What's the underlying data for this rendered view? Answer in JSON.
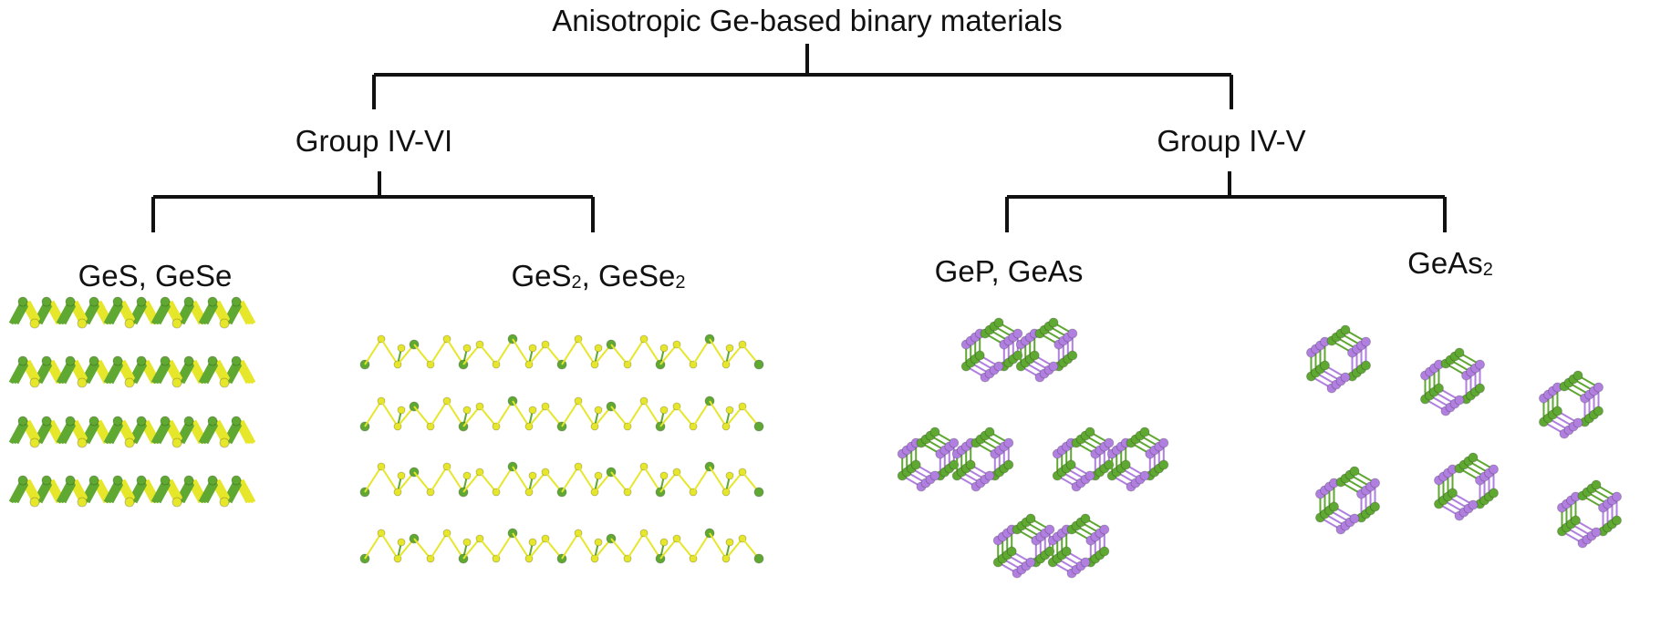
{
  "title": "Anisotropic Ge-based binary materials",
  "groups": [
    {
      "label": "Group IV-VI",
      "children": [
        {
          "label": "GeS, GeSe",
          "formula": []
        },
        {
          "formula": [
            [
              "GeS",
              "2"
            ],
            [
              ", GeSe",
              "2"
            ]
          ]
        }
      ]
    },
    {
      "label": "Group IV-V",
      "children": [
        {
          "label": "GeP, GeAs",
          "formula": []
        },
        {
          "formula": [
            [
              "GeAs",
              "2"
            ]
          ]
        }
      ]
    }
  ],
  "colors": {
    "line": "#111111",
    "ge_atom": "#5fa832",
    "s_atom": "#e6e62a",
    "pnictogen_atom": "#b07fe0"
  }
}
